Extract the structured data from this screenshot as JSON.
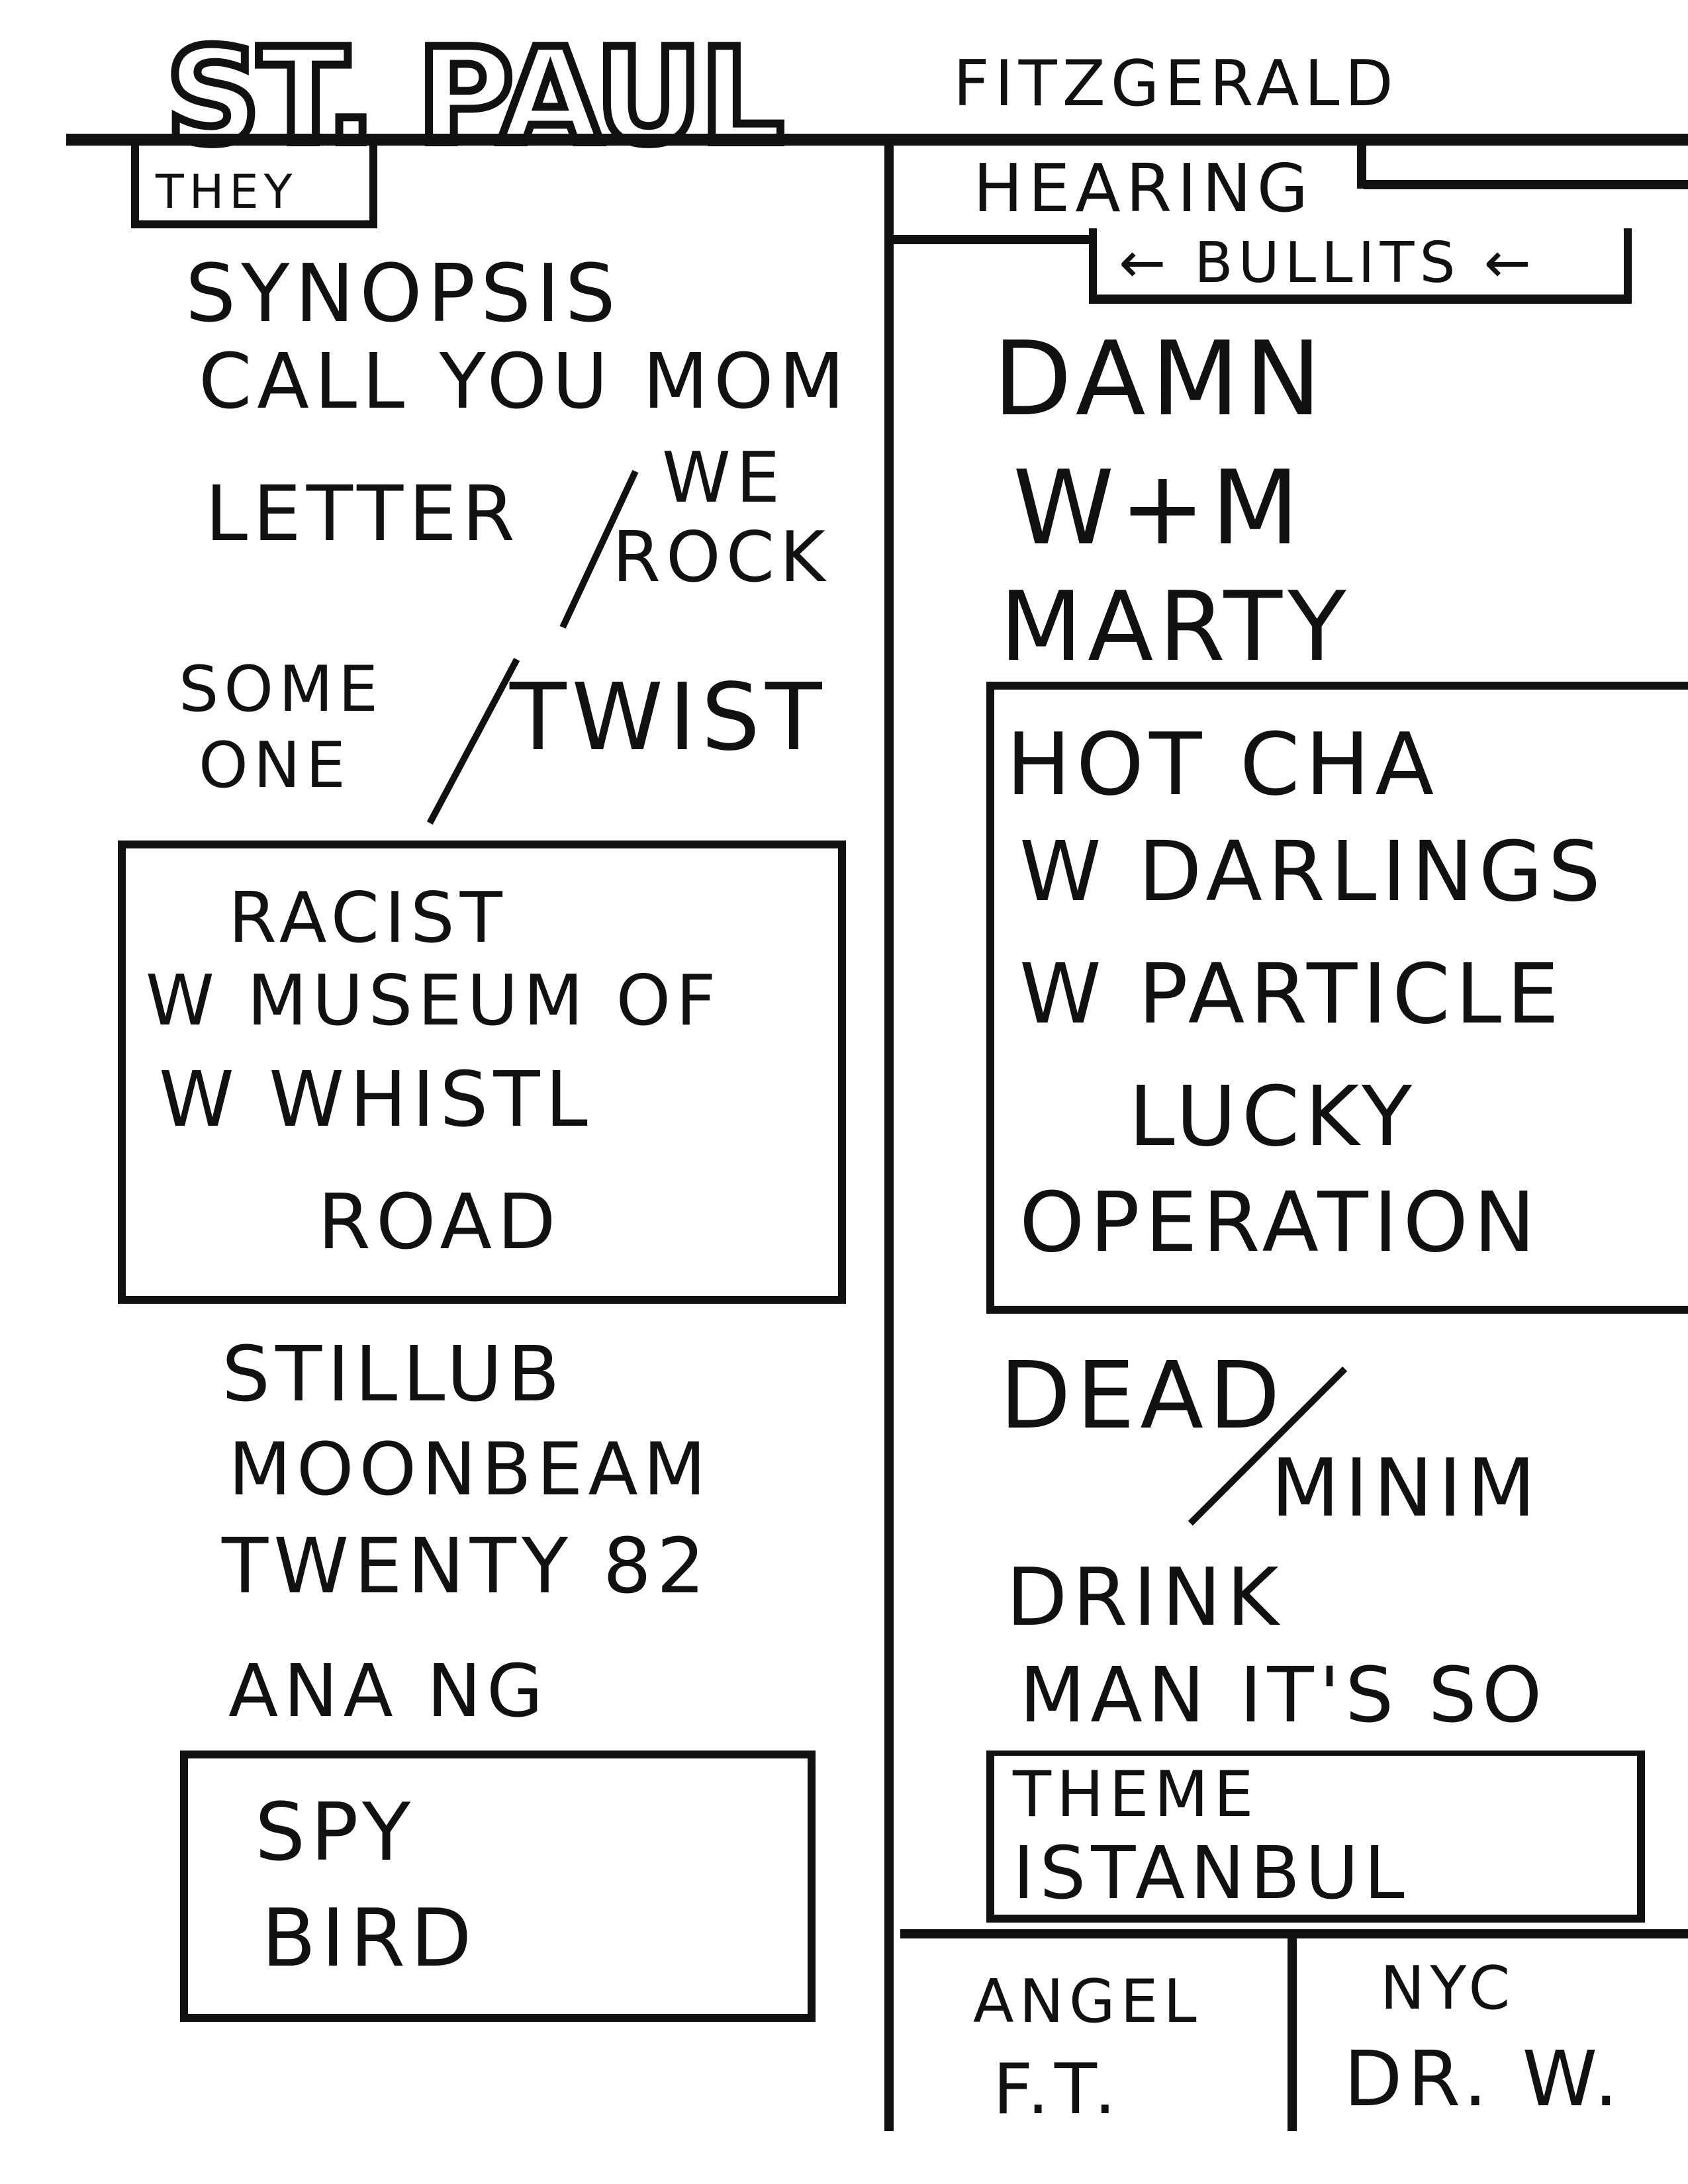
{
  "header": {
    "logo_text": "ST. PAUL",
    "subtitle": "FITZGERALD"
  },
  "left_column": {
    "label": "THEY",
    "songs": [
      "SYNOPSIS",
      "CALL YOU MOM",
      "LETTER",
      "WE",
      "ROCK",
      "SOME",
      "ONE",
      "TWIST"
    ],
    "box1": [
      "RACIST",
      "W MUSEUM OF",
      "W WHISTL",
      "ROAD"
    ],
    "songs2": [
      "STILLUB",
      "MOONBEAM",
      "TWENTY 82",
      "ANA NG"
    ],
    "box2": [
      "SPY",
      "BIRD"
    ]
  },
  "right_column": {
    "label": "HEARING",
    "sublabel": "← BULLITS ←",
    "songs": [
      "DAMN",
      "W+M",
      "MARTY"
    ],
    "box1": [
      "HOT CHA",
      "W DARLINGS",
      "W PARTICLE",
      "LUCKY",
      "OPERATION"
    ],
    "songs2": [
      "DEAD",
      "MINIM",
      "DRINK",
      "MAN IT'S SO"
    ],
    "box2": [
      "THEME",
      "ISTANBUL"
    ]
  },
  "footer": {
    "left": [
      "ANGEL",
      "F.T."
    ],
    "right": [
      "NYC",
      "DR. W."
    ]
  }
}
